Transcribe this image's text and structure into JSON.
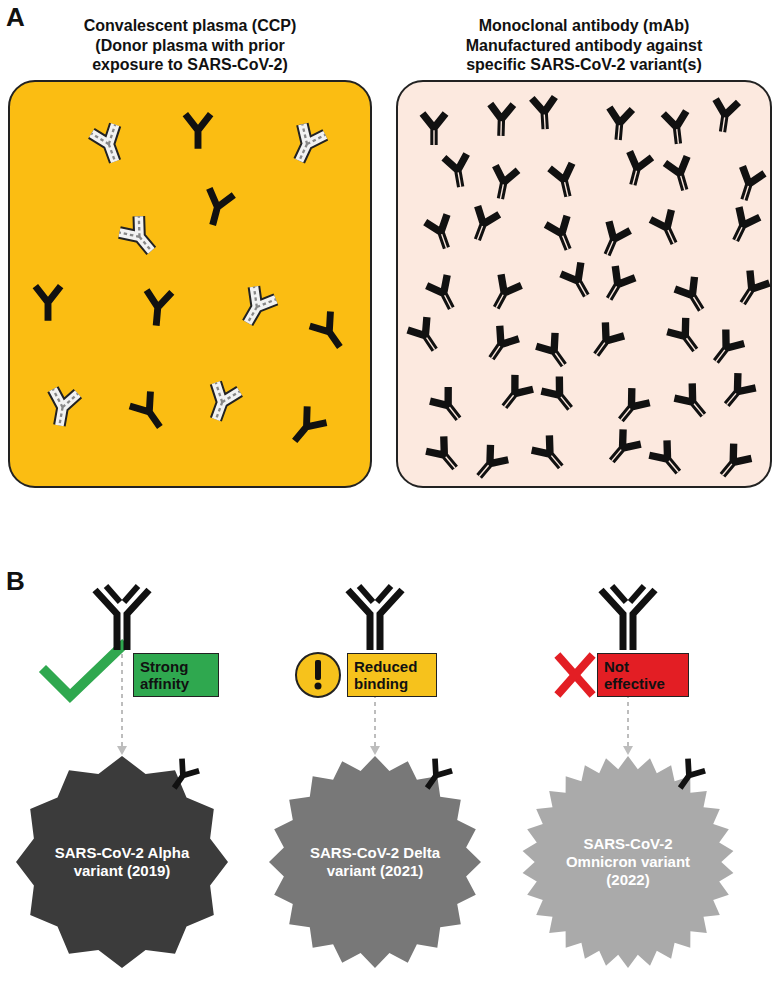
{
  "diagram": {
    "nodes": [
      {
        "text": [
          "Convalescent plasma (CCP)",
          "(Donor plasma with prior exposure to SARS-CoV-2)"
        ]
      },
      {
        "text": [
          "Monoclonal antibody (mAb)",
          "Manufactured antibody against specific SARS-CoV-2 variant(s)"
        ]
      },
      {
        "text": [
          "Strong affinity"
        ]
      },
      {
        "text": [
          "Reduced binding"
        ]
      },
      {
        "text": [
          "Not effective"
        ]
      },
      {
        "text": [
          "SARS-CoV-2 Alpha variant (2019)"
        ]
      },
      {
        "text": [
          "SARS-CoV-2 Delta variant (2021)"
        ]
      },
      {
        "text": [
          "SARS-CoV-2 Omnicron variant (2022)"
        ]
      }
    ],
    "labels": [
      "A",
      "B"
    ]
  }
}
